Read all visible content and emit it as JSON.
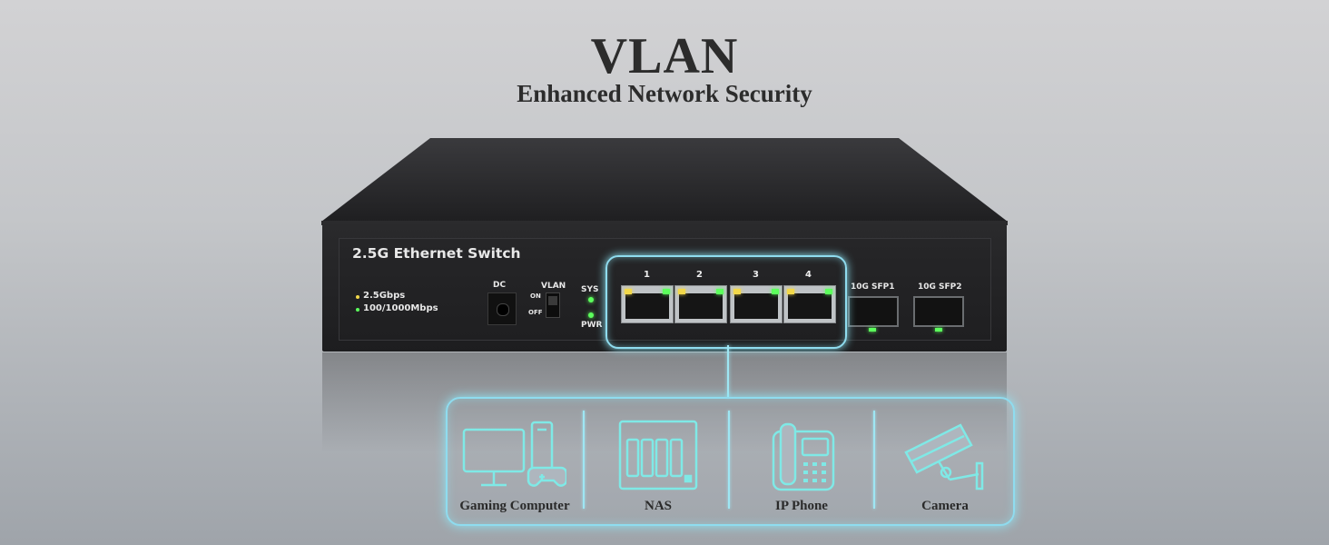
{
  "title": "VLAN",
  "subtitle": "Enhanced Network Security",
  "switch": {
    "model_label": "2.5G Ethernet Switch",
    "legend": [
      "2.5Gbps",
      "100/1000Mbps"
    ],
    "legend_colors": [
      "#f2d84a",
      "#5cff5c"
    ],
    "dc_label": "DC",
    "vlan_label": "VLAN",
    "vlan_on": "ON",
    "vlan_off": "OFF",
    "sys_label": "SYS",
    "pwr_label": "PWR",
    "ports": [
      "1",
      "2",
      "3",
      "4"
    ],
    "sfp_ports": [
      "10G SFP1",
      "10G SFP2"
    ]
  },
  "devices": [
    {
      "label": "Gaming Computer",
      "icon": "gaming-computer-icon"
    },
    {
      "label": "NAS",
      "icon": "nas-icon"
    },
    {
      "label": "IP Phone",
      "icon": "ip-phone-icon"
    },
    {
      "label": "Camera",
      "icon": "camera-icon"
    }
  ],
  "colors": {
    "highlight": "#8fdcef",
    "background": "#c4c6c9",
    "text": "#2c2c2c"
  }
}
